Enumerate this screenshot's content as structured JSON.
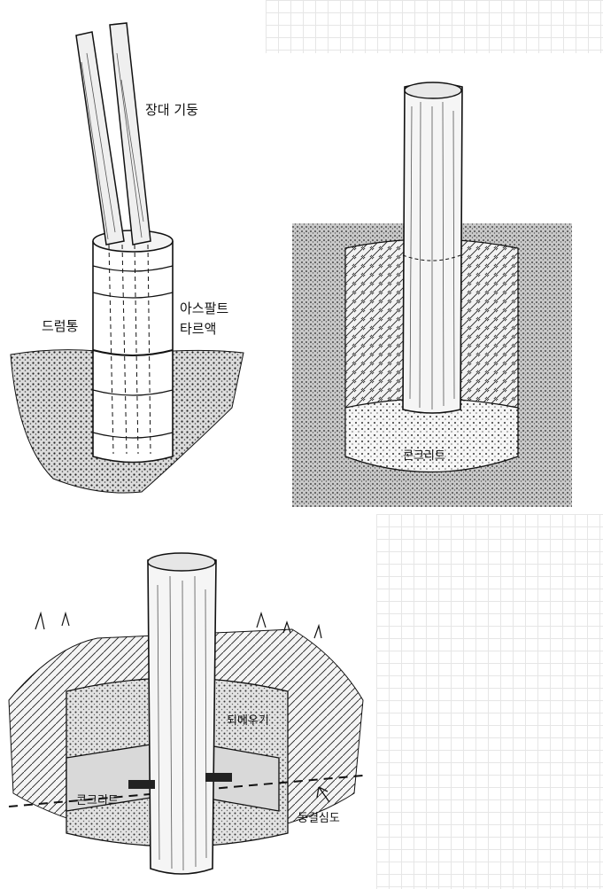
{
  "figure_a": {
    "label_poles": "장대 기둥",
    "label_drum": "드럼통",
    "label_asphalt_line1": "아스팔트",
    "label_asphalt_line2": "타르액"
  },
  "figure_b": {
    "label_concrete": "콘크리트"
  },
  "figure_c": {
    "label_backfill": "되메우기",
    "label_concrete": "콘크리트",
    "label_frost_depth": "동결심도"
  },
  "colors": {
    "ink": "#111111",
    "soil": "#9a9a9a",
    "grid": "#e6e6e6"
  }
}
